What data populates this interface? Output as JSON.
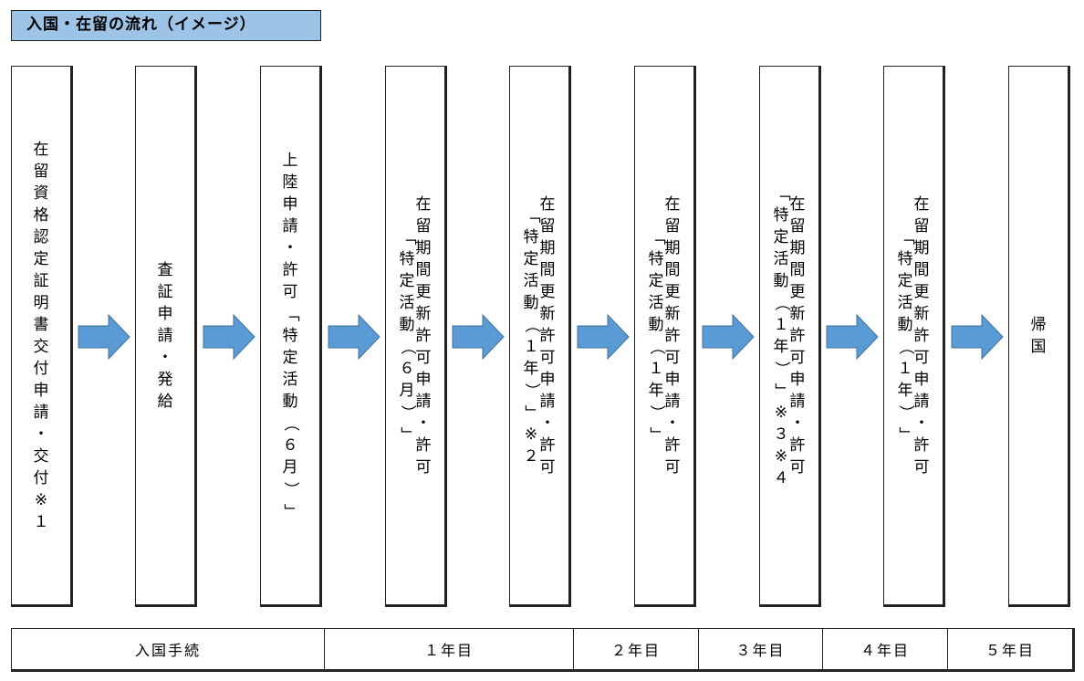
{
  "title": "入国・在留の流れ（イメージ）",
  "columns": [
    {
      "lines": [
        "在留資格認定証明書交付申請・交付※１"
      ]
    },
    {
      "lines": [
        "査証申請・発給"
      ]
    },
    {
      "lines": [
        "上陸申請・許可「特定活動（６月）」"
      ]
    },
    {
      "lines": [
        "在留期間更新許可申請・許可",
        "「特定活動（６月）」"
      ]
    },
    {
      "lines": [
        "在留期間更新許可申請・許可",
        "「特定活動（１年）」※２"
      ]
    },
    {
      "lines": [
        "在留期間更新許可申請・許可",
        "「特定活動（１年）」"
      ]
    },
    {
      "lines": [
        "在留期間更新許可申請・許可",
        "「特定活動（１年）」※３※４"
      ]
    },
    {
      "lines": [
        "在留期間更新許可申請・許可",
        "「特定活動（１年）」"
      ]
    },
    {
      "lines": [
        "帰国"
      ]
    }
  ],
  "timeline": [
    {
      "label": "入国手続"
    },
    {
      "label": "１年目"
    },
    {
      "label": "２年目"
    },
    {
      "label": "３年目"
    },
    {
      "label": "４年目"
    },
    {
      "label": "５年目"
    }
  ],
  "colors": {
    "title_bg": "#9dc3e6",
    "arrow_fill": "#5b9bd5",
    "arrow_stroke": "#41719c"
  }
}
